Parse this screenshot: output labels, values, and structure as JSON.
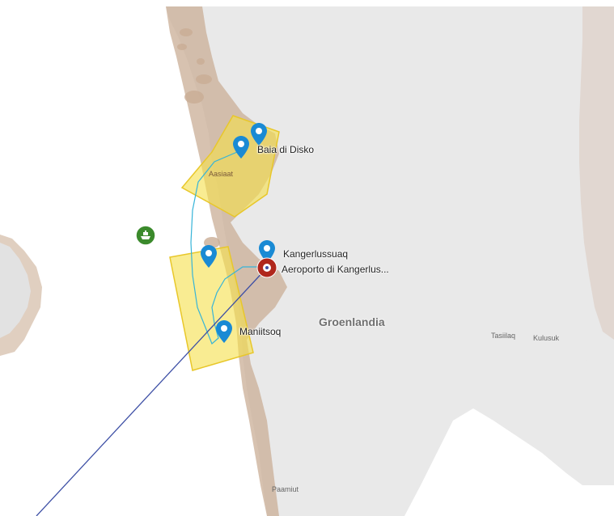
{
  "map": {
    "country_label": "Groenlandia",
    "places": [
      {
        "id": "tasiilaq",
        "label": "Tasiilaq"
      },
      {
        "id": "kulusuk",
        "label": "Kulusuk"
      },
      {
        "id": "paamiut",
        "label": "Paamiut"
      },
      {
        "id": "aasiaat",
        "label": "Aasiaat"
      }
    ],
    "markers": [
      {
        "id": "disko-a",
        "label": "Baia di Disko",
        "type": "location-pin"
      },
      {
        "id": "disko-b",
        "label": "",
        "type": "location-pin"
      },
      {
        "id": "kangerlussuaq",
        "label": "Kangerlussuaq",
        "type": "location-pin"
      },
      {
        "id": "sisimiut",
        "label": "",
        "type": "location-pin"
      },
      {
        "id": "maniitsoq",
        "label": "Maniitsoq",
        "type": "location-pin"
      },
      {
        "id": "airport",
        "label": "Aeroporto di Kangerlus...",
        "type": "airport-pin"
      },
      {
        "id": "ship",
        "label": "",
        "type": "ship-icon"
      }
    ],
    "colors": {
      "pin": "#1a8ad4",
      "airport_pin": "#b0271c",
      "ship_marker": "#3b8a2c",
      "area_fill": "#f5e04a",
      "flight_route": "#3d4fa5",
      "cruise_route": "#36b4d8",
      "land": "#e9e9e9",
      "coast_terrain": "#c9ad95"
    }
  }
}
